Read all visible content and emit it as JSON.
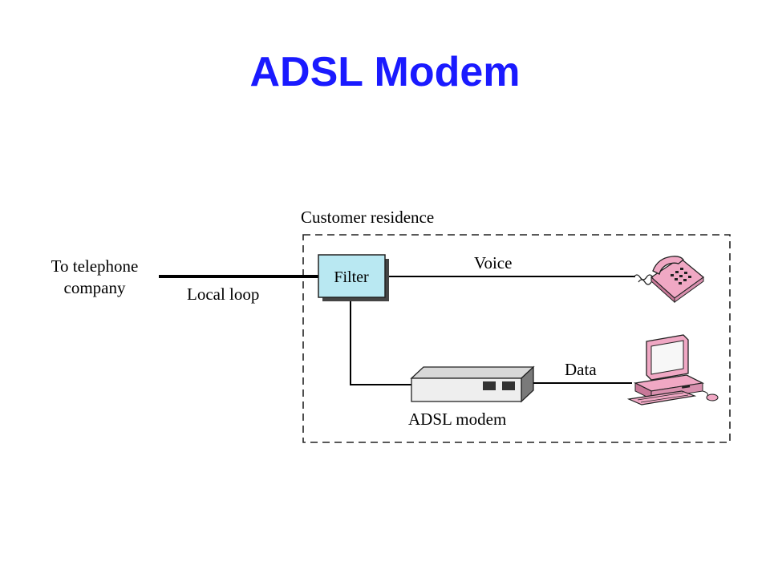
{
  "title": "ADSL Modem",
  "diagram": {
    "residence_label": "Customer residence",
    "telco_label_line1": "To telephone",
    "telco_label_line2": "company",
    "local_loop_label": "Local loop",
    "filter_label": "Filter",
    "voice_label": "Voice",
    "data_label": "Data",
    "modem_label": "ADSL modem",
    "icons": [
      "telephone-icon",
      "computer-icon"
    ],
    "colors": {
      "title": "#1a1aff",
      "filter_fill": "#b9e8f2",
      "device_pink": "#f0a8c4"
    }
  }
}
